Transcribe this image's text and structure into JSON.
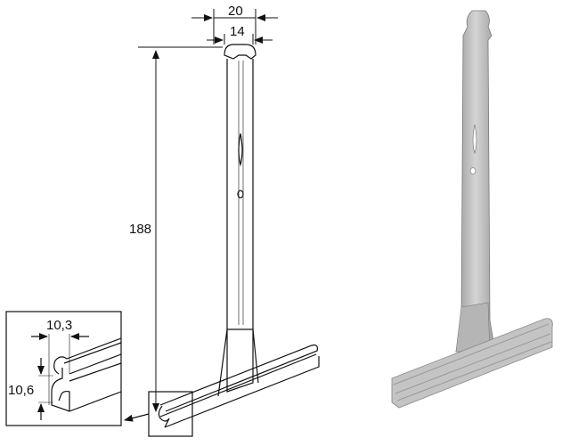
{
  "dimensions": {
    "top_outer_width": "20",
    "top_inner_width": "14",
    "height": "188",
    "profile_width": "10,3",
    "profile_height": "10,6"
  },
  "colors": {
    "line": "#111111",
    "metal_light": "#c8c8c8",
    "metal_dark": "#8a8a8a"
  }
}
